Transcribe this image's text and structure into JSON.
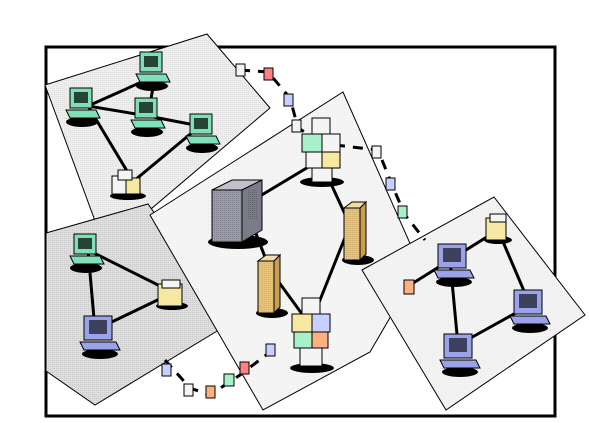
{
  "diagram": {
    "colors": {
      "frame": "#000000",
      "panel_light": "#eeeeee",
      "panel_mid": "#dedede",
      "panel_white": "#f6f6f6",
      "workstation_green": "#7fe0b8",
      "workstation_blue": "#9aa3e8",
      "server_gray": "#9a9aa8",
      "server_tan": "#e7c37a",
      "hub_white": "#f4f4f4",
      "hub_orange": "#ffb080",
      "hub_green": "#a8f0c8",
      "hub_yellow": "#f6e8a0",
      "hub_blue": "#c8d0ff",
      "hub_red": "#ff8080",
      "shadow": "#000000",
      "link": "#000000"
    },
    "panels": [
      {
        "name": "lan-top-left",
        "shade": "panel_light"
      },
      {
        "name": "lan-left",
        "shade": "panel_mid"
      },
      {
        "name": "backbone-center",
        "shade": "panel_white"
      },
      {
        "name": "lan-right",
        "shade": "panel_white"
      }
    ],
    "node_types": [
      "workstation",
      "server-tower",
      "server-slim",
      "hub",
      "repeater"
    ]
  }
}
